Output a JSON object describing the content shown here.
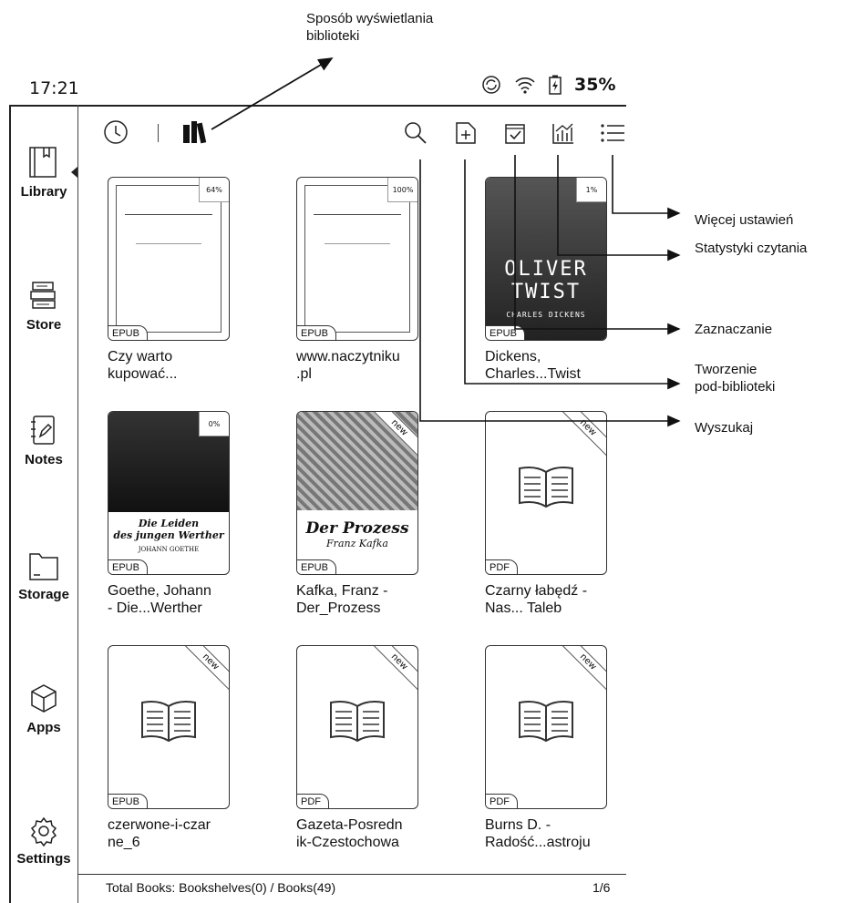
{
  "status": {
    "time": "17:21",
    "battery": "35%"
  },
  "sidebar": {
    "items": [
      {
        "label": "Library",
        "icon": "library-book-icon"
      },
      {
        "label": "Store",
        "icon": "store-books-icon"
      },
      {
        "label": "Notes",
        "icon": "notes-pen-icon"
      },
      {
        "label": "Storage",
        "icon": "folder-icon"
      },
      {
        "label": "Apps",
        "icon": "cube-icon"
      },
      {
        "label": "Settings",
        "icon": "gear-icon"
      }
    ]
  },
  "toolbar": {
    "left_icons": [
      "recent-clock-icon",
      "bookshelf-view-icon"
    ],
    "right_icons": [
      "search-icon",
      "new-folder-icon",
      "select-check-icon",
      "statistics-icon",
      "more-list-icon"
    ]
  },
  "books": [
    {
      "title": "Czy warto\nkupować...",
      "format": "EPUB",
      "progress": "64%"
    },
    {
      "title": "www.naczytniku\n.pl",
      "format": "EPUB",
      "progress": "100%"
    },
    {
      "title": "Dickens,\nCharles...Twist",
      "format": "EPUB",
      "progress": "1%",
      "cover_text": [
        "OLIVER",
        "TWIST",
        "CHARLES DICKENS"
      ]
    },
    {
      "title": "Goethe, Johann\n- Die...Werther",
      "format": "EPUB",
      "progress": "0%",
      "cover_text": [
        "Die Leiden",
        "des jungen Werther",
        "JOHANN GOETHE"
      ]
    },
    {
      "title": "Kafka, Franz -\nDer_Prozess",
      "format": "EPUB",
      "badge": "new",
      "cover_text": [
        "Der Prozess",
        "Franz Kafka"
      ]
    },
    {
      "title": "Czarny łabędź -\nNas... Taleb",
      "format": "PDF",
      "badge": "new"
    },
    {
      "title": "czerwone-i-czar\nne_6",
      "format": "EPUB",
      "badge": "new"
    },
    {
      "title": "Gazeta-Posredn\nik-Czestochowa",
      "format": "PDF",
      "badge": "new"
    },
    {
      "title": "Burns D. -\nRadość...astroju",
      "format": "PDF",
      "badge": "new"
    }
  ],
  "footer": {
    "total": "Total Books: Bookshelves(0) / Books(49)",
    "page": "1/6"
  },
  "callouts": {
    "display_mode": "Sposób wyświetlania\nbiblioteki",
    "more_settings": "Więcej ustawień",
    "stats": "Statystyki czytania",
    "select": "Zaznaczanie",
    "create_sub": "Tworzenie\npod-biblioteki",
    "search": "Wyszukaj"
  }
}
